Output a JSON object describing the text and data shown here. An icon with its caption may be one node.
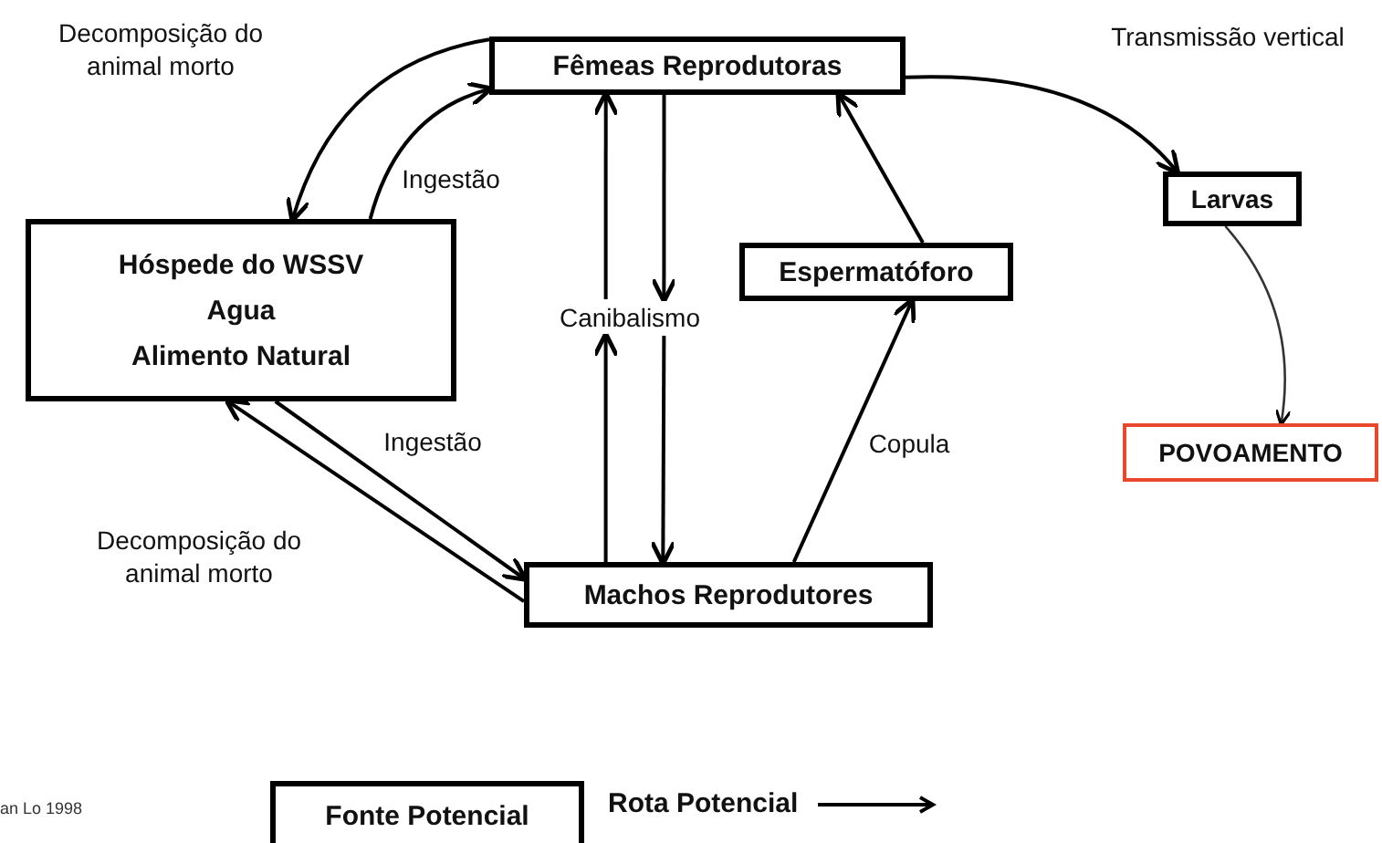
{
  "diagram": {
    "nodes": [
      {
        "text": [
          "Fêmeas Reprodutoras"
        ]
      },
      {
        "text": [
          "Hóspede do WSSV",
          "Agua",
          "Alimento Natural"
        ]
      },
      {
        "text": [
          "Espermatóforo"
        ]
      },
      {
        "text": [
          "Larvas"
        ]
      },
      {
        "text": [
          "POVOAMENTO"
        ]
      },
      {
        "text": [
          "Machos Reprodutores"
        ]
      },
      {
        "text": [
          "Canibalismo"
        ]
      }
    ],
    "edges": [
      {
        "from": 0,
        "to": 1,
        "arrow": "to",
        "label": "Decomposição do animal morto"
      },
      {
        "from": 1,
        "to": 0,
        "arrow": "to",
        "label": "Ingestão"
      },
      {
        "from": 1,
        "to": 5,
        "arrow": "to",
        "label": "Ingestão"
      },
      {
        "from": 5,
        "to": 1,
        "arrow": "to",
        "label": "Decomposição do animal morto"
      },
      {
        "from": 5,
        "to": 6,
        "arrow": "to"
      },
      {
        "from": 6,
        "to": 0,
        "arrow": "to"
      },
      {
        "from": 0,
        "to": 6,
        "arrow": "to"
      },
      {
        "from": 6,
        "to": 5,
        "arrow": "to"
      },
      {
        "from": 5,
        "to": 2,
        "arrow": "to",
        "label": "Copula"
      },
      {
        "from": 2,
        "to": 0,
        "arrow": "to"
      },
      {
        "from": 0,
        "to": 3,
        "arrow": "to",
        "label": "Transmissão vertical"
      },
      {
        "from": 3,
        "to": 4,
        "arrow": "to"
      }
    ],
    "labels": [
      "an Lo 1998"
    ],
    "legend": [
      {
        "text": "Fonte Potencial"
      },
      {
        "text": "Rota Potencial"
      }
    ]
  }
}
